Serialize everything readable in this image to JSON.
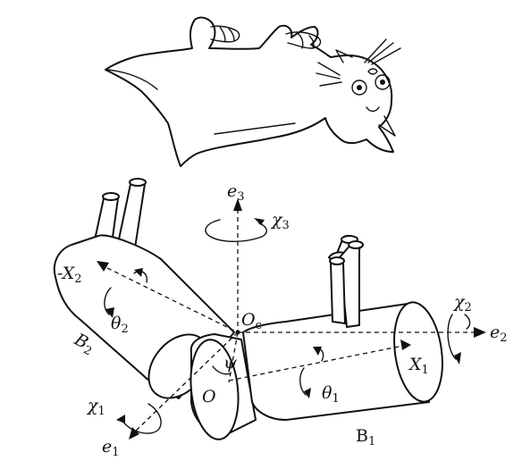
{
  "labels": {
    "e3": {
      "base": "e",
      "sub": "3"
    },
    "chi3": {
      "base": "χ",
      "sub": "3"
    },
    "chi2": {
      "base": "χ",
      "sub": "2"
    },
    "chi1": {
      "base": "χ",
      "sub": "1"
    },
    "e2": {
      "base": "e",
      "sub": "2"
    },
    "e1": {
      "base": "e",
      "sub": "1"
    },
    "negX2": {
      "base": "-X",
      "sub": "2"
    },
    "theta2": {
      "base": "θ",
      "sub": "2"
    },
    "theta1": {
      "base": "θ",
      "sub": "1"
    },
    "Oc": {
      "base": "O",
      "sub": "c"
    },
    "psi": {
      "base": "ψ"
    },
    "O": {
      "base": "O"
    },
    "X1": {
      "base": "X",
      "sub": "1"
    },
    "B2": {
      "base": "B",
      "sub": "2"
    },
    "B1": {
      "base": "B",
      "sub": "1"
    }
  },
  "colors": {
    "ink": "#111111",
    "background": "#ffffff"
  }
}
